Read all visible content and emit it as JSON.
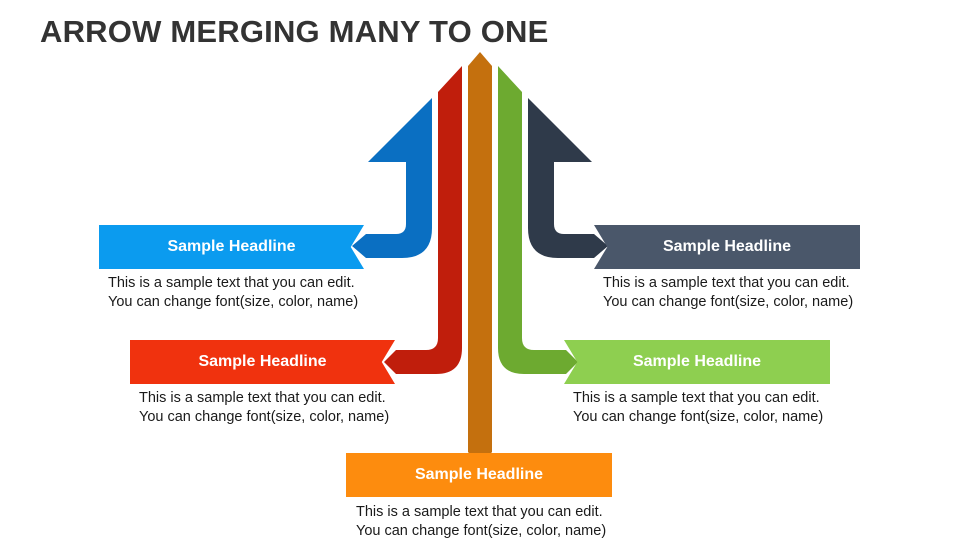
{
  "title": "ARROW MERGING MANY TO ONE",
  "colors": {
    "blue": "#0B9BEF",
    "blue_dark": "#0A6FC2",
    "red": "#F0320E",
    "red_dark": "#C01E0C",
    "orange": "#FD8C0E",
    "orange_dark": "#C4700E",
    "green": "#8ECF50",
    "green_dark": "#6DAA30",
    "slate": "#4A576A",
    "slate_dark": "#2F3A4A"
  },
  "items": [
    {
      "headline": "Sample Headline",
      "text_line1": "This is a sample text that you can edit.",
      "text_line2": "You can change font(size, color, name)"
    },
    {
      "headline": "Sample Headline",
      "text_line1": "This is a sample text that you can edit.",
      "text_line2": "You can change font(size, color, name)"
    },
    {
      "headline": "Sample Headline",
      "text_line1": "This is a sample text that you can edit.",
      "text_line2": "You can change font(size, color, name)"
    },
    {
      "headline": "Sample Headline",
      "text_line1": "This is a sample text that you can edit.",
      "text_line2": "You can change font(size, color, name)"
    },
    {
      "headline": "Sample Headline",
      "text_line1": "This is a sample text that you can edit.",
      "text_line2": "You can change font(size, color, name)"
    }
  ]
}
